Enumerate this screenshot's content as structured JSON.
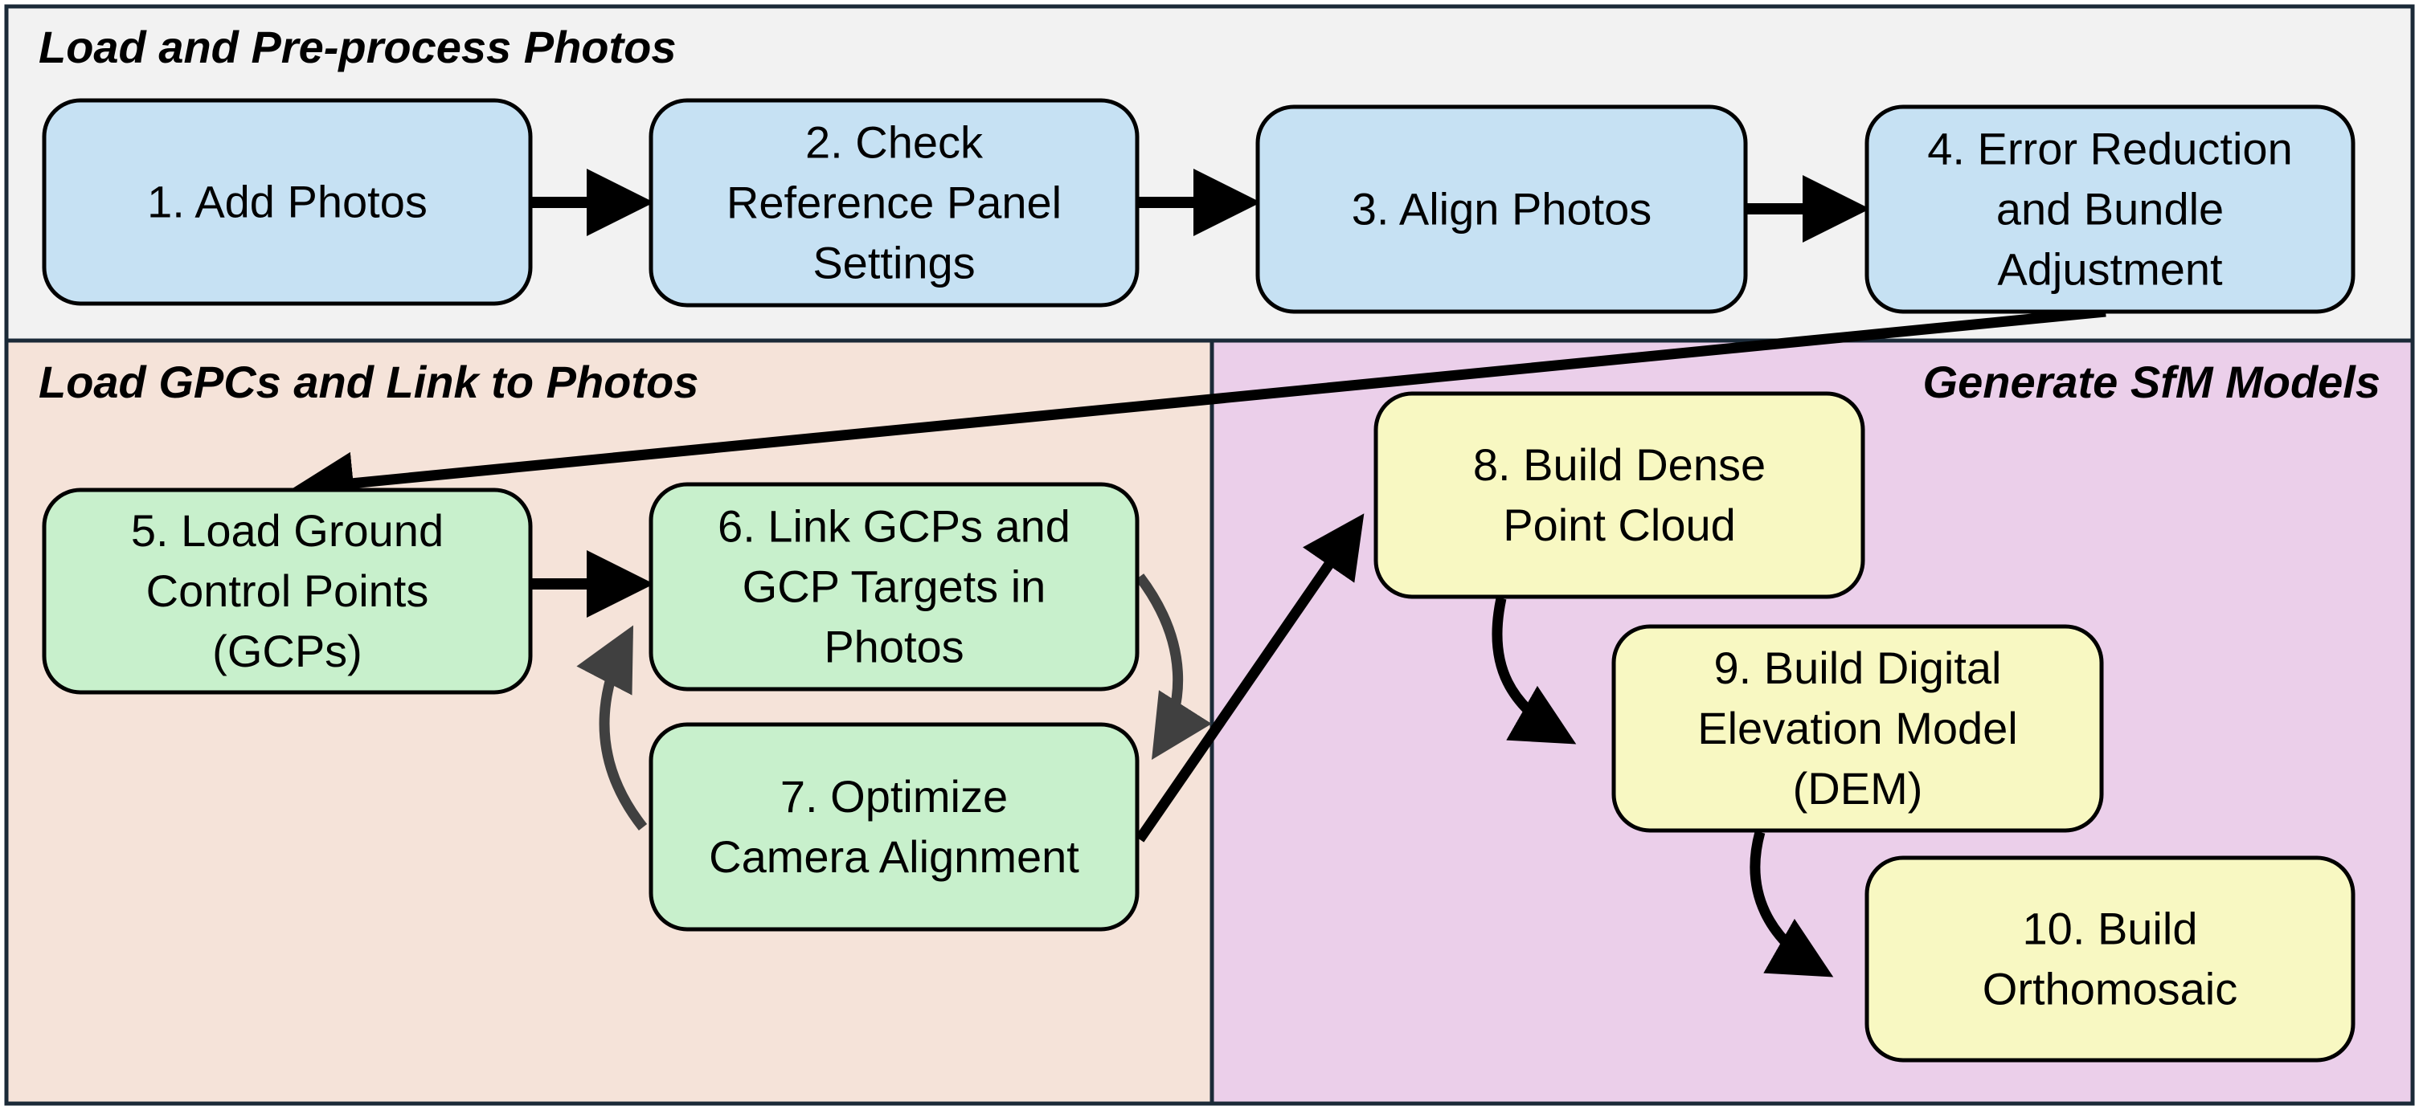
{
  "diagram": {
    "sections": [
      {
        "id": "preprocess",
        "title": "Load and Pre-process Photos",
        "color": "#f2f2f2"
      },
      {
        "id": "gcps",
        "title": "Load GPCs and Link to Photos",
        "color": "#f5e3d9"
      },
      {
        "id": "sfm",
        "title": "Generate SfM Models",
        "color": "#ebcfea"
      }
    ],
    "border_color": "#1b2a38",
    "steps": [
      {
        "id": "s1",
        "section": "preprocess",
        "lines": [
          "1. Add Photos"
        ],
        "color": "#c6e1f3"
      },
      {
        "id": "s2",
        "section": "preprocess",
        "lines": [
          "2. Check",
          "Reference Panel",
          "Settings"
        ],
        "color": "#c6e1f3"
      },
      {
        "id": "s3",
        "section": "preprocess",
        "lines": [
          "3. Align Photos"
        ],
        "color": "#c6e1f3"
      },
      {
        "id": "s4",
        "section": "preprocess",
        "lines": [
          "4. Error Reduction",
          "and Bundle",
          "Adjustment"
        ],
        "color": "#c6e1f3"
      },
      {
        "id": "s5",
        "section": "gcps",
        "lines": [
          "5. Load Ground",
          "Control Points",
          "(GCPs)"
        ],
        "color": "#c8f0cc"
      },
      {
        "id": "s6",
        "section": "gcps",
        "lines": [
          "6. Link GCPs and",
          "GCP Targets in",
          "Photos"
        ],
        "color": "#c8f0cc"
      },
      {
        "id": "s7",
        "section": "gcps",
        "lines": [
          "7. Optimize",
          "Camera Alignment"
        ],
        "color": "#c8f0cc"
      },
      {
        "id": "s8",
        "section": "sfm",
        "lines": [
          "8. Build Dense",
          "Point Cloud"
        ],
        "color": "#f8f8c2"
      },
      {
        "id": "s9",
        "section": "sfm",
        "lines": [
          "9. Build Digital",
          "Elevation Model",
          "(DEM)"
        ],
        "color": "#f8f8c2"
      },
      {
        "id": "s10",
        "section": "sfm",
        "lines": [
          "10. Build",
          "Orthomosaic"
        ],
        "color": "#f8f8c2"
      }
    ],
    "edges": [
      {
        "from": "s1",
        "to": "s2",
        "style": "solid"
      },
      {
        "from": "s2",
        "to": "s3",
        "style": "solid"
      },
      {
        "from": "s3",
        "to": "s4",
        "style": "solid"
      },
      {
        "from": "s4",
        "to": "s5",
        "style": "solid"
      },
      {
        "from": "s5",
        "to": "s6",
        "style": "solid"
      },
      {
        "from": "s6",
        "to": "s7",
        "style": "loop"
      },
      {
        "from": "s7",
        "to": "s6",
        "style": "loop"
      },
      {
        "from": "s7",
        "to": "s8",
        "style": "solid"
      },
      {
        "from": "s8",
        "to": "s9",
        "style": "curved"
      },
      {
        "from": "s9",
        "to": "s10",
        "style": "curved"
      }
    ],
    "edge_colors": {
      "solid": "#000000",
      "loop": "#404040"
    }
  }
}
